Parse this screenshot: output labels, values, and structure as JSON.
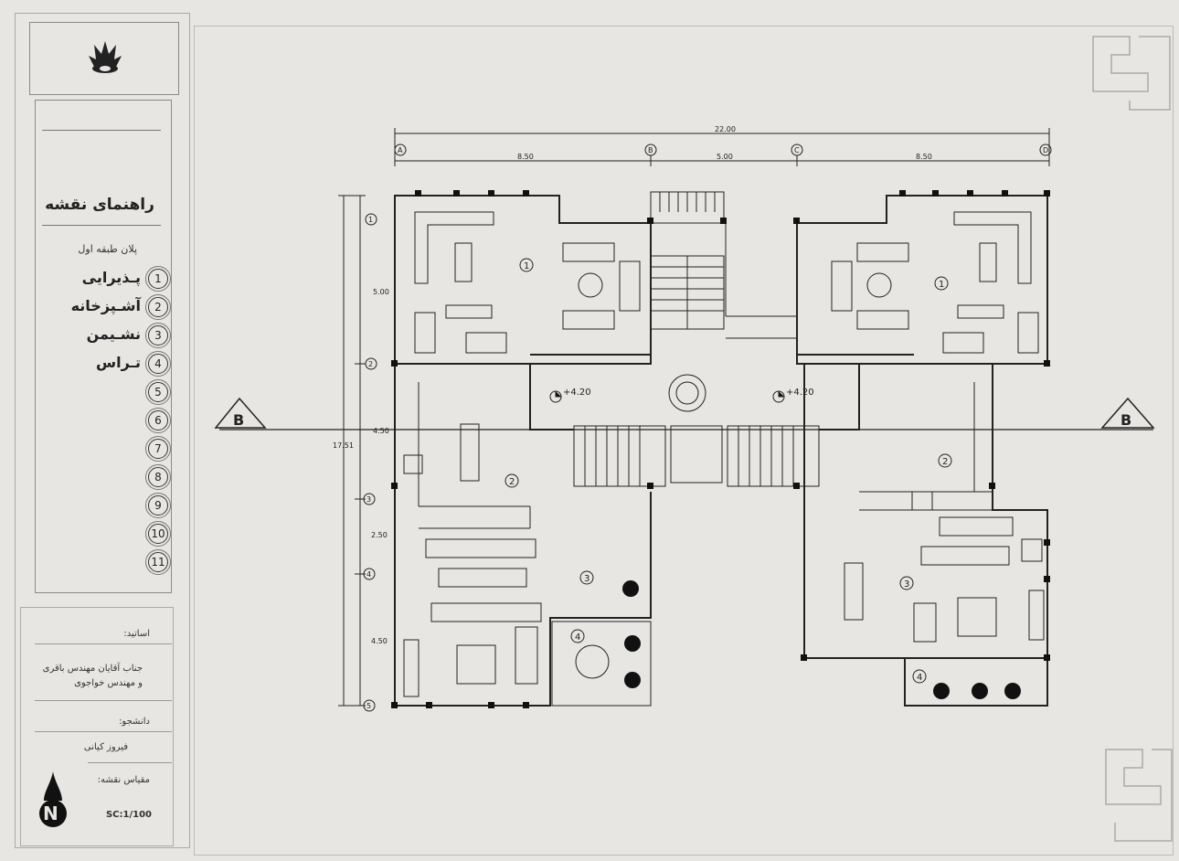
{
  "legend": {
    "title": "راهنمای نقشه",
    "subtitle": "پلان طبقه اول",
    "items": [
      {
        "num": "1",
        "label": "پـذیرایی"
      },
      {
        "num": "2",
        "label": "آشـپزخانه"
      },
      {
        "num": "3",
        "label": "نشـیمن"
      },
      {
        "num": "4",
        "label": "تـراس"
      },
      {
        "num": "5",
        "label": ""
      },
      {
        "num": "6",
        "label": ""
      },
      {
        "num": "7",
        "label": ""
      },
      {
        "num": "8",
        "label": ""
      },
      {
        "num": "9",
        "label": ""
      },
      {
        "num": "10",
        "label": ""
      },
      {
        "num": "11",
        "label": ""
      }
    ]
  },
  "title_block": {
    "instructor_label": "اساتید:",
    "instructor_line1": "جناب آقایان مهندس باقری",
    "instructor_line2": "و مهندس خواجوی",
    "student_label": "دانشجو:",
    "student_name": "فیروز کیانی",
    "scale_label": "مقیاس نقشه:",
    "scale_value": "SC:1/100",
    "north_letter": "N"
  },
  "plan": {
    "grid_cols": [
      "A",
      "B",
      "C",
      "D"
    ],
    "grid_rows": [
      "1",
      "2",
      "3",
      "4",
      "5"
    ],
    "dim_total_width": "22.00",
    "dim_col_AB": "8.50",
    "dim_col_BC": "5.00",
    "dim_col_CD": "8.50",
    "dim_total_height": "17.51",
    "dim_row_12": "5.00",
    "dim_row_23": "4.50",
    "dim_row_34": "2.50",
    "dim_row_45": "4.50",
    "level_left": "+4.20",
    "level_right": "+4.20",
    "section_left": "B",
    "section_right": "B",
    "room_labels": [
      "1",
      "1",
      "2",
      "2",
      "3",
      "3",
      "4",
      "4"
    ]
  }
}
